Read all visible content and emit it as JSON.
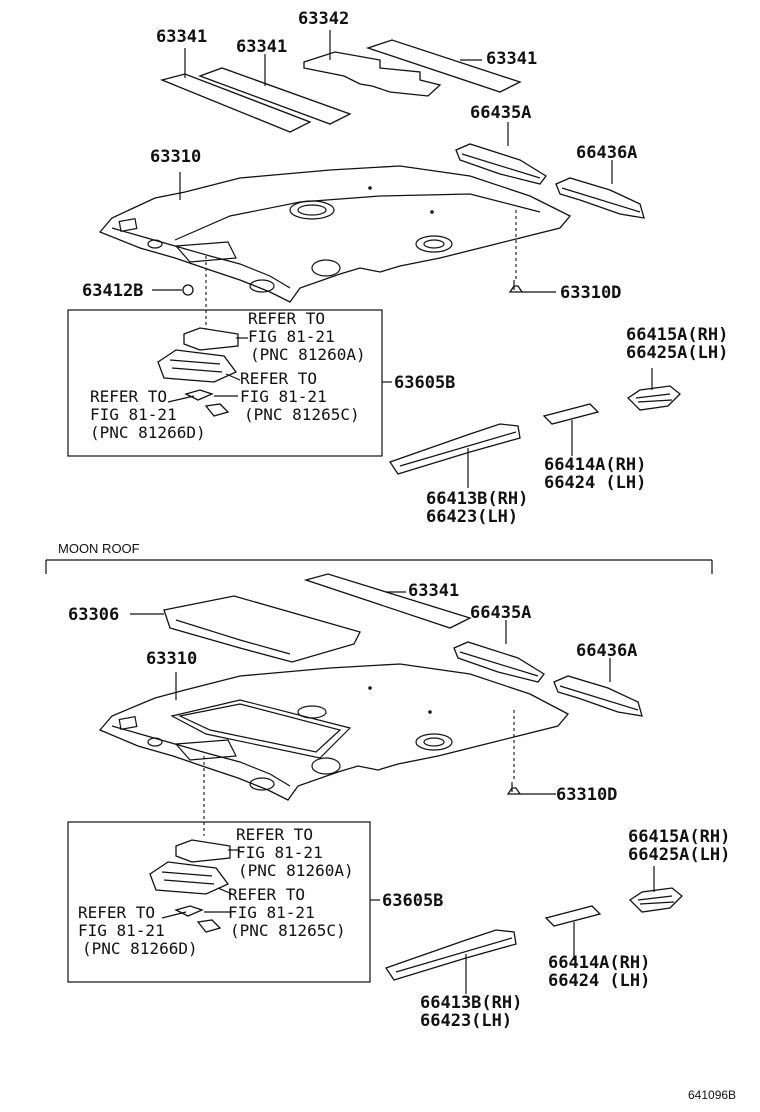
{
  "section_title": "MOON ROOF",
  "image_code": "641096B",
  "top": {
    "parts": {
      "p63341_a": "63341",
      "p63341_b": "63341",
      "p63342": "63342",
      "p63341_c": "63341",
      "p66435A": "66435A",
      "p66436A": "66436A",
      "p63310": "63310",
      "p63412B": "63412B",
      "p63310D": "63310D",
      "p63605B": "63605B",
      "p66415A": "66415A(RH)",
      "p66425A": "66425A(LH)",
      "p66414A": "66414A(RH)",
      "p66424": "66424 (LH)",
      "p66413B": "66413B(RH)",
      "p66423": "66423(LH)"
    },
    "refs": {
      "r1_line1": "REFER TO",
      "r1_line2": "FIG 81-21",
      "r1_line3": "(PNC 81260A)",
      "r2_line1": "REFER TO",
      "r2_line2": "FIG 81-21",
      "r2_line3": "(PNC 81265C)",
      "r3_line1": "REFER TO",
      "r3_line2": "FIG 81-21",
      "r3_line3": "(PNC 81266D)"
    }
  },
  "bottom": {
    "parts": {
      "p63341": "63341",
      "p63306": "63306",
      "p66435A": "66435A",
      "p66436A": "66436A",
      "p63310": "63310",
      "p63310D": "63310D",
      "p63605B": "63605B",
      "p66415A": "66415A(RH)",
      "p66425A": "66425A(LH)",
      "p66414A": "66414A(RH)",
      "p66424": "66424 (LH)",
      "p66413B": "66413B(RH)",
      "p66423": "66423(LH)"
    },
    "refs": {
      "r1_line1": "REFER TO",
      "r1_line2": "FIG 81-21",
      "r1_line3": "(PNC 81260A)",
      "r2_line1": "REFER TO",
      "r2_line2": "FIG 81-21",
      "r2_line3": "(PNC 81265C)",
      "r3_line1": "REFER TO",
      "r3_line2": "FIG 81-21",
      "r3_line3": "(PNC 81266D)"
    }
  }
}
